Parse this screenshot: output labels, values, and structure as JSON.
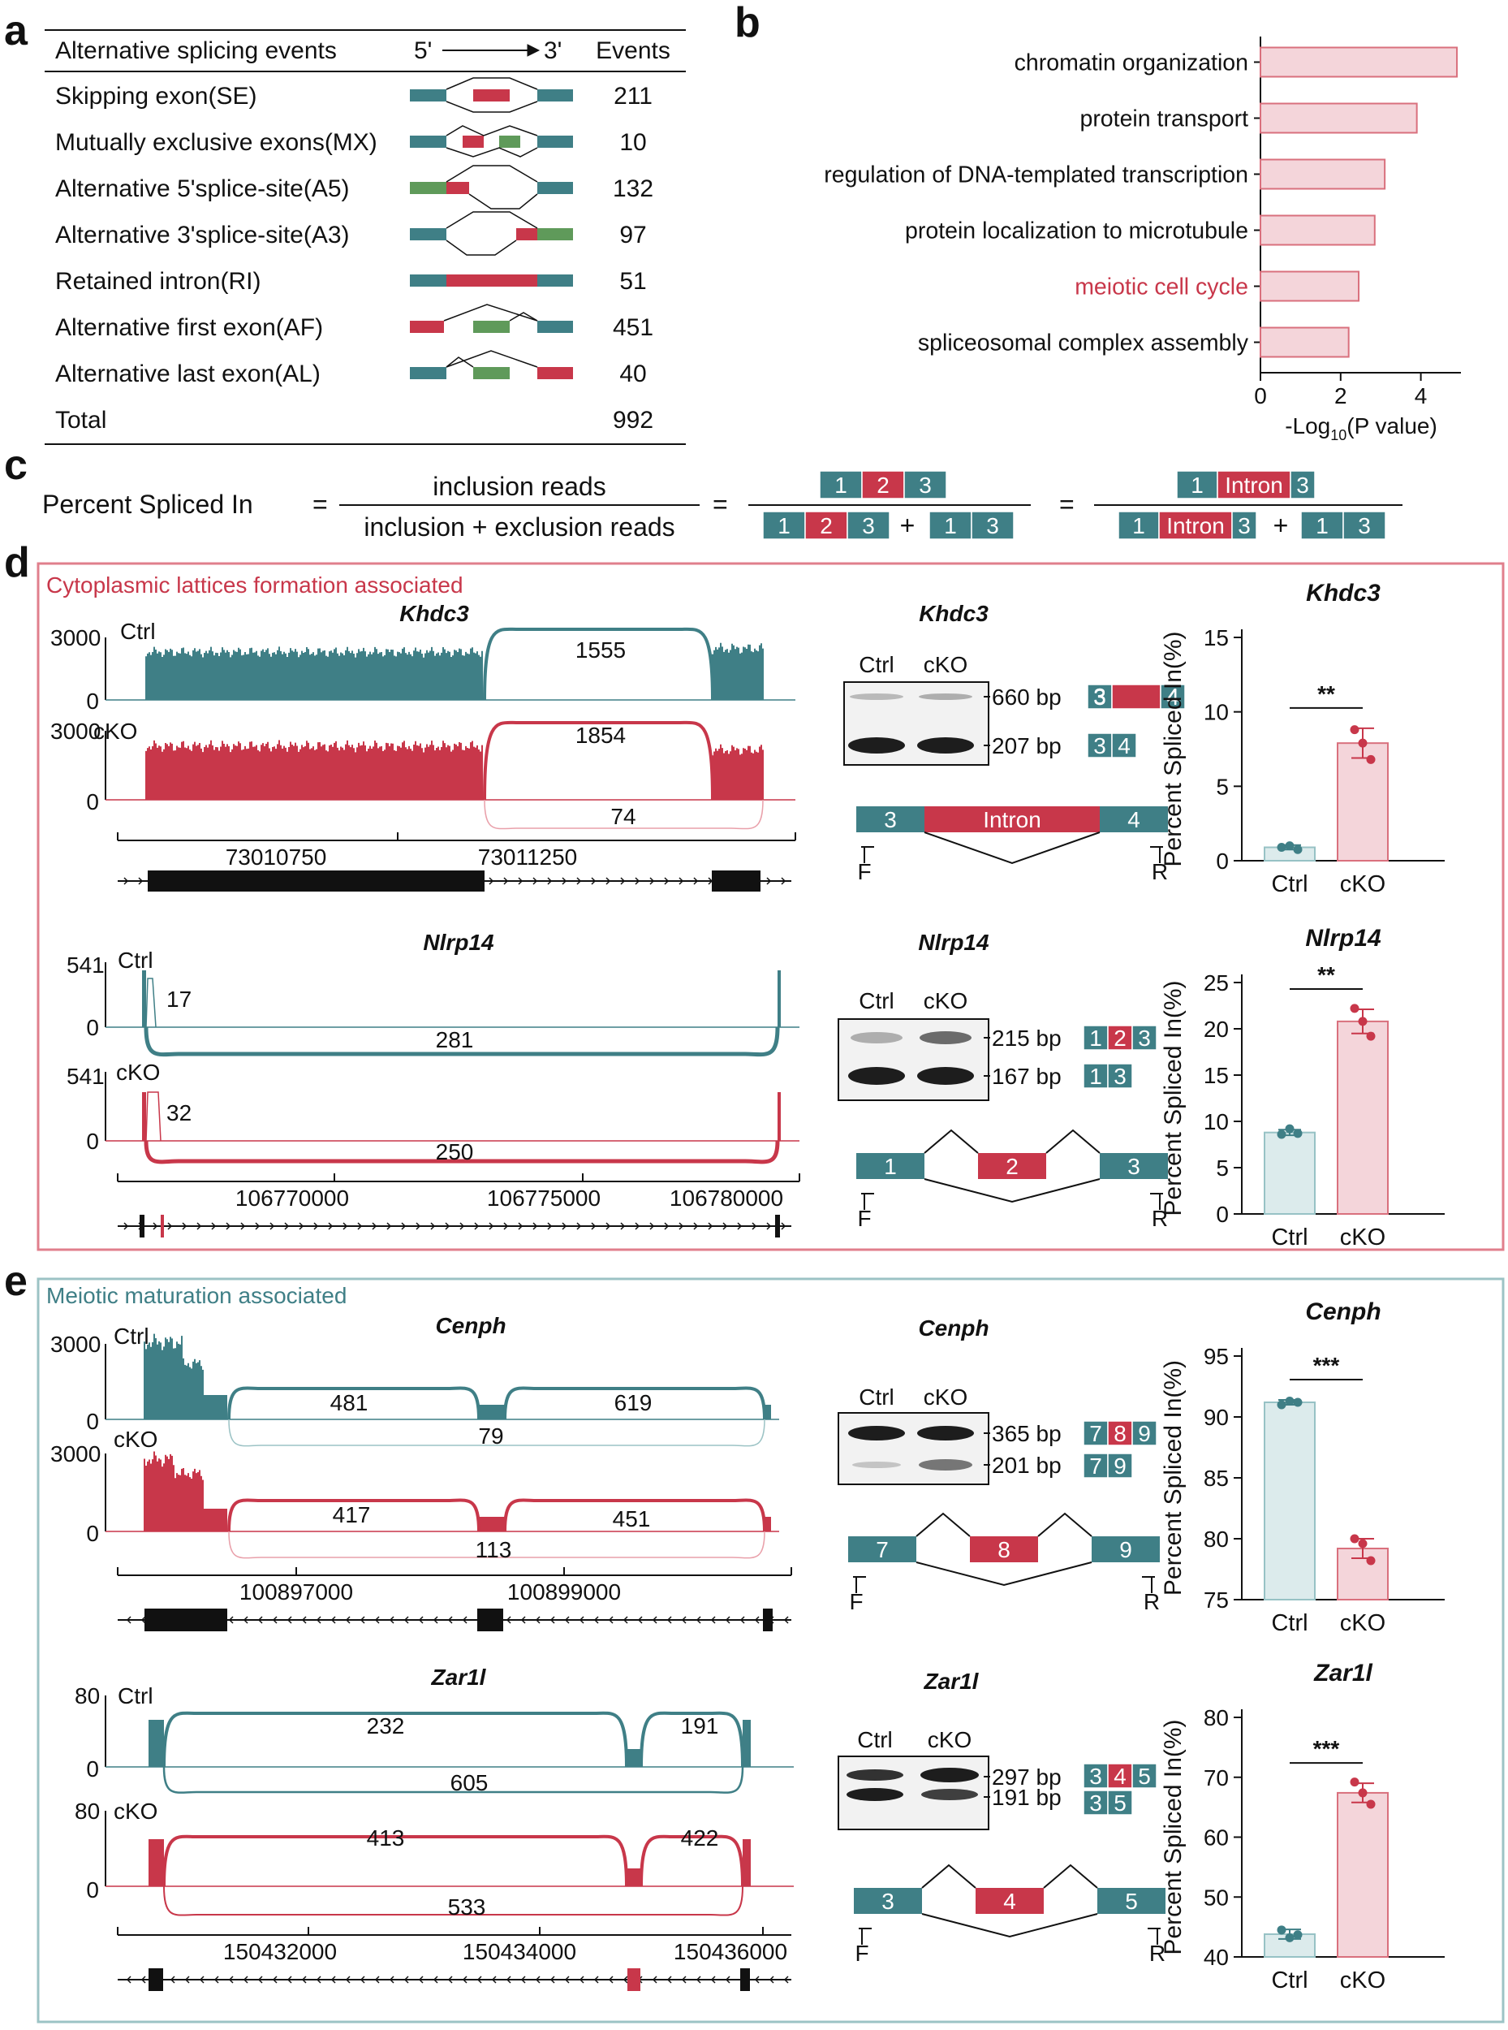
{
  "colors": {
    "teal": "#3f7f86",
    "red": "#c8374a",
    "green": "#5f9a5a",
    "pink_fill": "#f4d5da",
    "pink_stroke": "#d9707d",
    "teal_fill": "#dcebec",
    "red_box": "#e6a1aa",
    "teal_box": "#97c2c5"
  },
  "panel_a": {
    "letter": "a",
    "headers": [
      "Alternative splicing events",
      "5'",
      "3'",
      "Events"
    ],
    "rows": [
      {
        "label": "Skipping exon(SE)",
        "count": "211",
        "type": "SE"
      },
      {
        "label": "Mutually exclusive exons(MX)",
        "count": "10",
        "type": "MX"
      },
      {
        "label": "Alternative 5'splice-site(A5)",
        "count": "132",
        "type": "A5"
      },
      {
        "label": "Alternative 3'splice-site(A3)",
        "count": "97",
        "type": "A3"
      },
      {
        "label": "Retained intron(RI)",
        "count": "51",
        "type": "RI"
      },
      {
        "label": "Alternative first exon(AF)",
        "count": "451",
        "type": "AF"
      },
      {
        "label": "Alternative last exon(AL)",
        "count": "40",
        "type": "AL"
      }
    ],
    "total_label": "Total",
    "total": "992"
  },
  "panel_b": {
    "letter": "b",
    "chart_data": {
      "type": "bar",
      "orientation": "horizontal",
      "categories": [
        "chromatin organization",
        "protein transport",
        "regulation of DNA-templated transcription",
        "protein localization to microtubule",
        "meiotic cell cycle",
        "spliceosomal complex assembly"
      ],
      "values": [
        4.9,
        3.9,
        3.1,
        2.85,
        2.45,
        2.2
      ],
      "highlight": "meiotic cell cycle",
      "xlim": [
        0,
        5
      ],
      "xticks": [
        "0",
        "2",
        "4"
      ],
      "xlabel_main": "-Log",
      "xlabel_sub": "10",
      "xlabel_end": "(P value)"
    }
  },
  "panel_c": {
    "letter": "c",
    "lhs": "Percent Spliced In",
    "eq": "=",
    "num1": "inclusion reads",
    "den1": "inclusion + exclusion reads",
    "plus": "+",
    "e1": "1",
    "e2": "2",
    "e3": "3",
    "intron": "Intron"
  },
  "panel_d": {
    "letter": "d",
    "title": "Cytoplasmic lattices formation associated",
    "genes": [
      {
        "name": "Khdc3",
        "ymax": "3000",
        "ctrl_label": "Ctrl",
        "cko_label": "cKO",
        "zero": "0",
        "ctrl_junctions": [
          "1555"
        ],
        "cko_junctions": [
          "1854",
          "74"
        ],
        "coords": [
          "73010750",
          "73011250"
        ],
        "gel_lanes": [
          "Ctrl",
          "cKO"
        ],
        "gel_bands": [
          {
            "size": "660 bp",
            "exons": [
              "3",
              "",
              "4"
            ]
          },
          {
            "size": "207 bp",
            "exons": [
              "3",
              "4"
            ]
          }
        ],
        "primer_exons": [
          "3",
          "Intron",
          "4"
        ],
        "F": "F",
        "R": "R",
        "psi": {
          "title": "Khdc3",
          "ylabel": "Percent Spliced In(%)",
          "sig": "**",
          "chart_data": {
            "type": "bar",
            "categories": [
              "Ctrl",
              "cKO"
            ],
            "values": [
              0.9,
              7.9
            ],
            "sem": [
              0.15,
              1.0
            ],
            "points": [
              [
                0.9,
                1.0,
                0.75
              ],
              [
                8.8,
                7.9,
                6.8
              ]
            ],
            "ylim": [
              0,
              15
            ],
            "yticks": [
              "0",
              "5",
              "10",
              "15"
            ]
          }
        }
      },
      {
        "name": "Nlrp14",
        "ymax": "541",
        "ctrl_label": "Ctrl",
        "cko_label": "cKO",
        "zero": "0",
        "ctrl_junctions": [
          "17",
          "281"
        ],
        "cko_junctions": [
          "32",
          "250"
        ],
        "coords": [
          "106770000",
          "106775000",
          "106780000"
        ],
        "gel_lanes": [
          "Ctrl",
          "cKO"
        ],
        "gel_bands": [
          {
            "size": "215 bp",
            "exons": [
              "1",
              "2",
              "3"
            ]
          },
          {
            "size": "167 bp",
            "exons": [
              "1",
              "3"
            ]
          }
        ],
        "primer_exons": [
          "1",
          "2",
          "3"
        ],
        "F": "F",
        "R": "R",
        "psi": {
          "title": "Nlrp14",
          "ylabel": "Percent Spliced In(%)",
          "sig": "**",
          "chart_data": {
            "type": "bar",
            "categories": [
              "Ctrl",
              "cKO"
            ],
            "values": [
              8.8,
              20.8
            ],
            "sem": [
              0.3,
              1.3
            ],
            "points": [
              [
                8.6,
                9.2,
                8.7
              ],
              [
                22.2,
                20.8,
                19.2
              ]
            ],
            "ylim": [
              0,
              25
            ],
            "yticks": [
              "0",
              "5",
              "10",
              "15",
              "20",
              "25"
            ]
          }
        }
      }
    ]
  },
  "panel_e": {
    "letter": "e",
    "title": "Meiotic maturation associated",
    "genes": [
      {
        "name": "Cenph",
        "ymax": "3000",
        "ctrl_label": "Ctrl",
        "cko_label": "cKO",
        "zero": "0",
        "ctrl_junctions": [
          "481",
          "619",
          "79"
        ],
        "cko_junctions": [
          "417",
          "451",
          "113"
        ],
        "coords": [
          "100897000",
          "100899000"
        ],
        "gel_lanes": [
          "Ctrl",
          "cKO"
        ],
        "gel_bands": [
          {
            "size": "365 bp",
            "exons": [
              "7",
              "8",
              "9"
            ]
          },
          {
            "size": "201 bp",
            "exons": [
              "7",
              "9"
            ]
          }
        ],
        "primer_exons": [
          "7",
          "8",
          "9"
        ],
        "F": "F",
        "R": "R",
        "psi": {
          "title": "Cenph",
          "ylabel": "Percent Spliced In(%)",
          "sig": "***",
          "chart_data": {
            "type": "bar",
            "categories": [
              "Ctrl",
              "cKO"
            ],
            "values": [
              91.2,
              79.2
            ],
            "sem": [
              0.2,
              0.8
            ],
            "points": [
              [
                91.0,
                91.3,
                91.2
              ],
              [
                80.0,
                79.6,
                78.2
              ]
            ],
            "ylim": [
              75,
              95
            ],
            "yticks": [
              "75",
              "80",
              "85",
              "90",
              "95"
            ]
          }
        }
      },
      {
        "name": "Zar1l",
        "ymax": "80",
        "ctrl_label": "Ctrl",
        "cko_label": "cKO",
        "zero": "0",
        "ctrl_junctions": [
          "232",
          "191",
          "605"
        ],
        "cko_junctions": [
          "413",
          "422",
          "533"
        ],
        "coords": [
          "150432000",
          "150434000",
          "150436000"
        ],
        "gel_lanes": [
          "Ctrl",
          "cKO"
        ],
        "gel_bands": [
          {
            "size": "297 bp",
            "exons": [
              "3",
              "4",
              "5"
            ]
          },
          {
            "size": "191 bp",
            "exons": [
              "3",
              "5"
            ]
          }
        ],
        "primer_exons": [
          "3",
          "4",
          "5"
        ],
        "F": "F",
        "R": "R",
        "psi": {
          "title": "Zar1l",
          "ylabel": "Percent Spliced In(%)",
          "sig": "***",
          "chart_data": {
            "type": "bar",
            "categories": [
              "Ctrl",
              "cKO"
            ],
            "values": [
              43.8,
              67.4
            ],
            "sem": [
              0.8,
              1.6
            ],
            "points": [
              [
                44.5,
                43.2,
                43.7
              ],
              [
                69.2,
                67.4,
                65.5
              ]
            ],
            "ylim": [
              40,
              80
            ],
            "yticks": [
              "40",
              "50",
              "60",
              "70",
              "80"
            ]
          }
        }
      }
    ]
  }
}
